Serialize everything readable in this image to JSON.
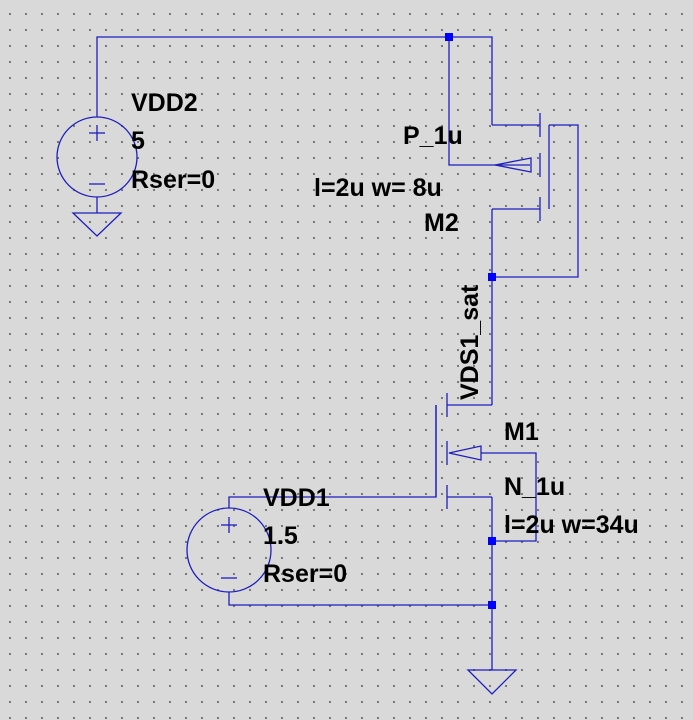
{
  "components": {
    "vdd2": {
      "name": "VDD2",
      "value": "5",
      "param": "Rser=0"
    },
    "vdd1": {
      "name": "VDD1",
      "value": "1.5",
      "param": "Rser=0"
    },
    "m2": {
      "name": "M2",
      "model": "P_1u",
      "params": "l=2u w= 8u"
    },
    "m1": {
      "name": "M1",
      "model": "N_1u",
      "params": "l=2u w=34u"
    }
  },
  "net_label": "VDS1_sat",
  "colors": {
    "wire": "#1f1fbf",
    "node": "#0000ff",
    "background": "#d9d9d9",
    "grid_dot": "#6f6f6f"
  }
}
